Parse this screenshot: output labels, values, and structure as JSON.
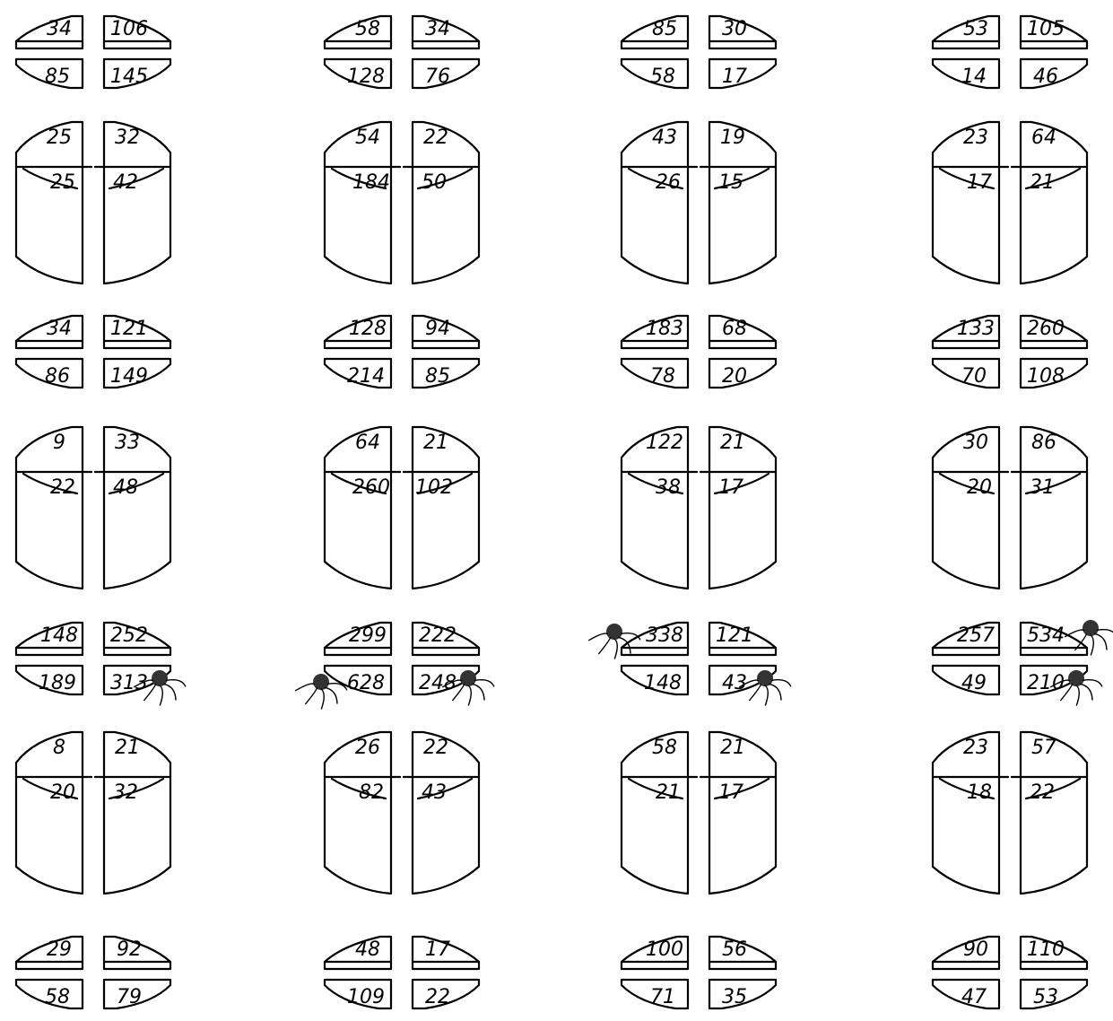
{
  "columns": [
    {
      "units": [
        {
          "kind": "small",
          "upper": [
            "34",
            "106"
          ],
          "lower": [
            "85",
            "145"
          ]
        },
        {
          "kind": "tall",
          "upper": [
            "25",
            "32"
          ],
          "lower": [
            "25",
            "42"
          ]
        },
        {
          "kind": "small",
          "upper": [
            "34",
            "121"
          ],
          "lower": [
            "86",
            "149"
          ]
        },
        {
          "kind": "tall",
          "upper": [
            "9",
            "33"
          ],
          "lower": [
            "22",
            "48"
          ]
        },
        {
          "kind": "small",
          "upper": [
            "148",
            "252"
          ],
          "lower": [
            "189",
            "313"
          ],
          "marks": [
            "lower-right"
          ]
        },
        {
          "kind": "tall",
          "upper": [
            "8",
            "21"
          ],
          "lower": [
            "20",
            "32"
          ]
        },
        {
          "kind": "small",
          "upper": [
            "29",
            "92"
          ],
          "lower": [
            "58",
            "79"
          ]
        }
      ]
    },
    {
      "units": [
        {
          "kind": "small",
          "upper": [
            "58",
            "34"
          ],
          "lower": [
            "128",
            "76"
          ]
        },
        {
          "kind": "tall",
          "upper": [
            "54",
            "22"
          ],
          "lower": [
            "184",
            "50"
          ]
        },
        {
          "kind": "small",
          "upper": [
            "128",
            "94"
          ],
          "lower": [
            "214",
            "85"
          ]
        },
        {
          "kind": "tall",
          "upper": [
            "64",
            "21"
          ],
          "lower": [
            "260",
            "102"
          ]
        },
        {
          "kind": "small",
          "upper": [
            "299",
            "222"
          ],
          "lower": [
            "628",
            "248"
          ],
          "marks": [
            "lower-left",
            "lower-right"
          ]
        },
        {
          "kind": "tall",
          "upper": [
            "26",
            "22"
          ],
          "lower": [
            "82",
            "43"
          ]
        },
        {
          "kind": "small",
          "upper": [
            "48",
            "17"
          ],
          "lower": [
            "109",
            "22"
          ]
        }
      ]
    },
    {
      "units": [
        {
          "kind": "small",
          "upper": [
            "85",
            "30"
          ],
          "lower": [
            "58",
            "17"
          ]
        },
        {
          "kind": "tall",
          "upper": [
            "43",
            "19"
          ],
          "lower": [
            "26",
            "15"
          ]
        },
        {
          "kind": "small",
          "upper": [
            "183",
            "68"
          ],
          "lower": [
            "78",
            "20"
          ]
        },
        {
          "kind": "tall",
          "upper": [
            "122",
            "21"
          ],
          "lower": [
            "38",
            "17"
          ]
        },
        {
          "kind": "small",
          "upper": [
            "338",
            "121"
          ],
          "lower": [
            "148",
            "43"
          ],
          "marks": [
            "upper-left",
            "lower-right"
          ]
        },
        {
          "kind": "tall",
          "upper": [
            "58",
            "21"
          ],
          "lower": [
            "21",
            "17"
          ]
        },
        {
          "kind": "small",
          "upper": [
            "100",
            "56"
          ],
          "lower": [
            "71",
            "35"
          ]
        }
      ]
    },
    {
      "units": [
        {
          "kind": "small",
          "upper": [
            "53",
            "105"
          ],
          "lower": [
            "14",
            "46"
          ]
        },
        {
          "kind": "tall",
          "upper": [
            "23",
            "64"
          ],
          "lower": [
            "17",
            "21"
          ]
        },
        {
          "kind": "small",
          "upper": [
            "133",
            "260"
          ],
          "lower": [
            "70",
            "108"
          ]
        },
        {
          "kind": "tall",
          "upper": [
            "30",
            "86"
          ],
          "lower": [
            "20",
            "31"
          ]
        },
        {
          "kind": "small",
          "upper": [
            "257",
            "534"
          ],
          "lower": [
            "49",
            "210"
          ],
          "marks": [
            "upper-right",
            "lower-right"
          ]
        },
        {
          "kind": "tall",
          "upper": [
            "23",
            "57"
          ],
          "lower": [
            "18",
            "22"
          ]
        },
        {
          "kind": "small",
          "upper": [
            "90",
            "110"
          ],
          "lower": [
            "47",
            "53"
          ]
        }
      ]
    }
  ]
}
